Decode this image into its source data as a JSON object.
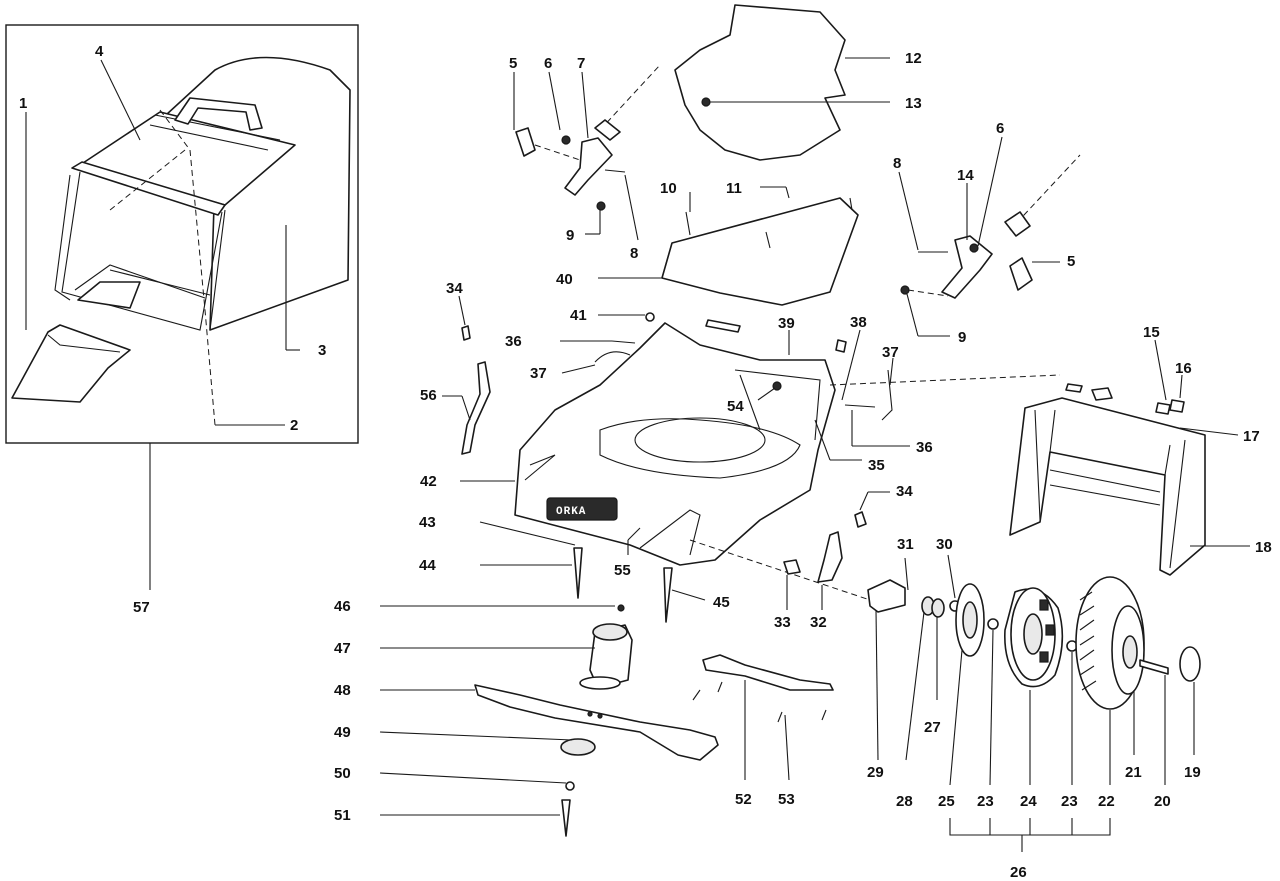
{
  "callouts": {
    "c1": "1",
    "c2": "2",
    "c3": "3",
    "c4": "4",
    "c5a": "5",
    "c5b": "5",
    "c6a": "6",
    "c6b": "6",
    "c7": "7",
    "c8a": "8",
    "c8b": "8",
    "c9a": "9",
    "c9b": "9",
    "c10": "10",
    "c11": "11",
    "c12": "12",
    "c13": "13",
    "c14": "14",
    "c15": "15",
    "c16": "16",
    "c17": "17",
    "c18": "18",
    "c19": "19",
    "c20": "20",
    "c21": "21",
    "c22": "22",
    "c23a": "23",
    "c23b": "23",
    "c24": "24",
    "c25": "25",
    "c26": "26",
    "c27": "27",
    "c28": "28",
    "c29": "29",
    "c30": "30",
    "c31": "31",
    "c32": "32",
    "c33": "33",
    "c34a": "34",
    "c34b": "34",
    "c35": "35",
    "c36a": "36",
    "c36b": "36",
    "c37a": "37",
    "c37b": "37",
    "c38": "38",
    "c39": "39",
    "c40": "40",
    "c41": "41",
    "c42": "42",
    "c43": "43",
    "c44": "44",
    "c45": "45",
    "c46": "46",
    "c47": "47",
    "c48": "48",
    "c49": "49",
    "c50": "50",
    "c51": "51",
    "c52": "52",
    "c53": "53",
    "c54": "54",
    "c55": "55",
    "c56": "56",
    "c57": "57"
  },
  "deck_brand_plate": "ORKA"
}
